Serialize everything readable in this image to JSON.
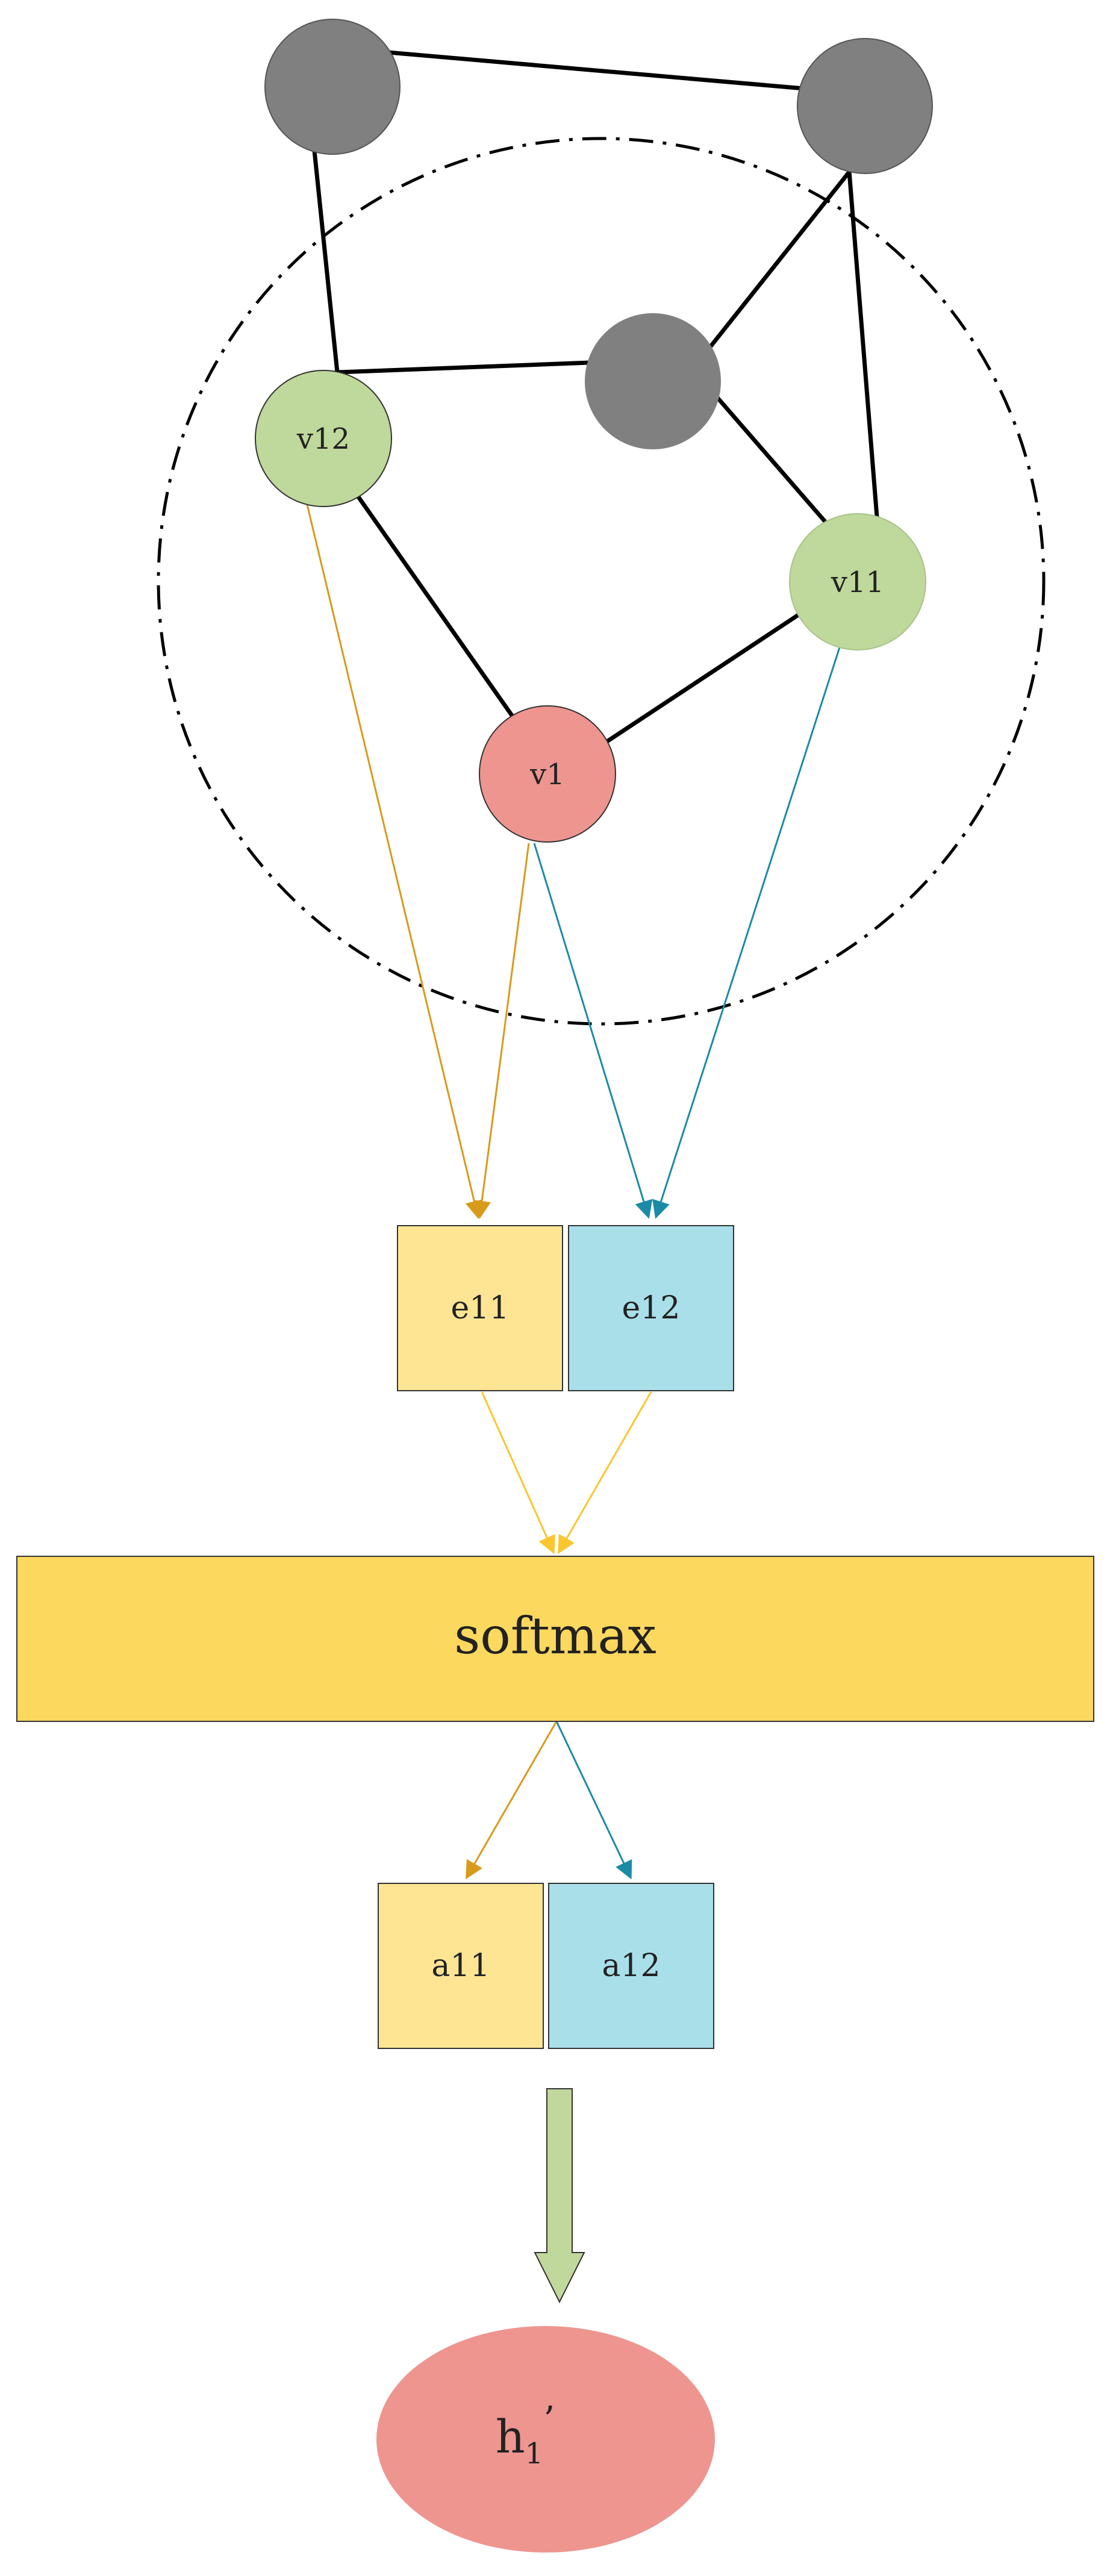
{
  "nodes": {
    "v1": {
      "label": "v1",
      "color": "#ee9590"
    },
    "v11": {
      "label": "v11",
      "color": "#bfd89b"
    },
    "v12": {
      "label": "v12",
      "color": "#bfd89b"
    },
    "unlabeled_gray_color": "#808080"
  },
  "boxes": {
    "e11": {
      "label": "e11",
      "color": "#fde594"
    },
    "e12": {
      "label": "e12",
      "color": "#a9dfe9"
    },
    "a11": {
      "label": "a11",
      "color": "#fde594"
    },
    "a12": {
      "label": "a12",
      "color": "#a9dfe9"
    },
    "softmax": {
      "label": "softmax",
      "color": "#fdd85e"
    }
  },
  "output": {
    "base": "h",
    "subscript": "1",
    "prime": "’",
    "color": "#ee9590"
  },
  "edge_colors": {
    "orange": "#d89a1a",
    "teal": "#1b8ba5",
    "yellow": "#fcc62f",
    "graph": "#000000",
    "down_arrow_fill": "#c1d89c"
  }
}
